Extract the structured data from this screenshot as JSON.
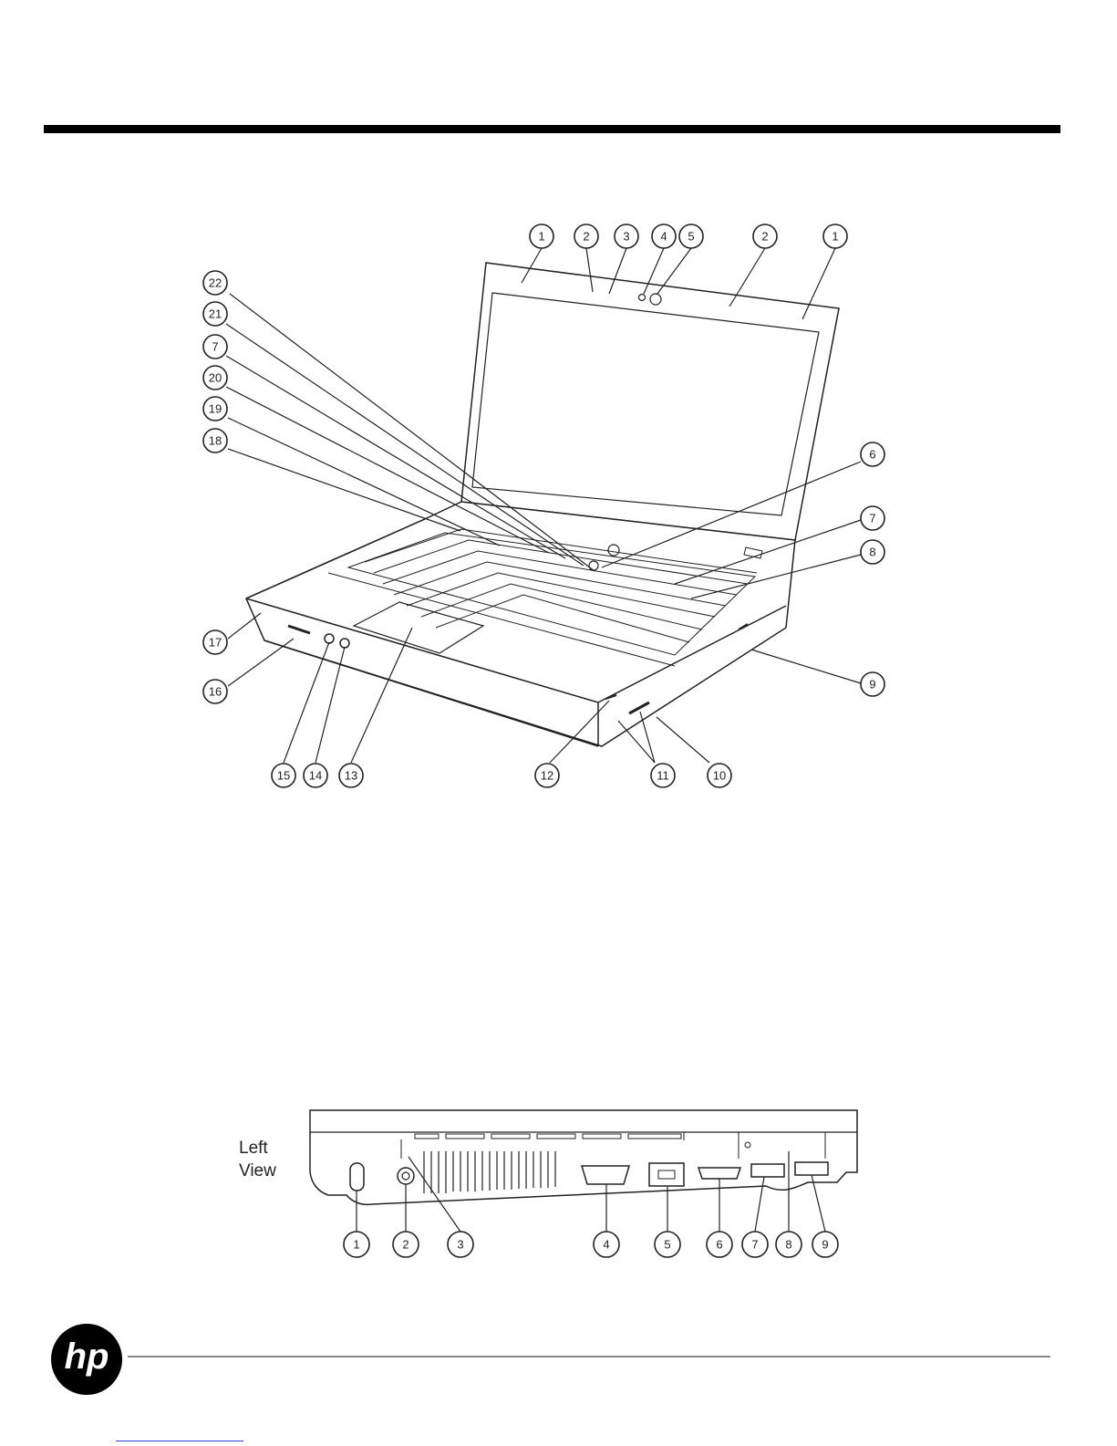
{
  "logo": {
    "name": "hp-logo",
    "text": "hp"
  },
  "side_view": {
    "label_line1": "Left",
    "label_line2": "View"
  },
  "front_callouts": [
    "1",
    "2",
    "3",
    "4",
    "5",
    "2",
    "1",
    "22",
    "21",
    "7",
    "20",
    "19",
    "18",
    "6",
    "7",
    "8",
    "9",
    "17",
    "16",
    "15",
    "14",
    "13",
    "12",
    "11",
    "10"
  ],
  "side_callouts": [
    "1",
    "2",
    "3",
    "4",
    "5",
    "6",
    "7",
    "8",
    "9"
  ],
  "colors": {
    "rule": "#000000",
    "footer_rule": "#8a8a8a",
    "link": "#3b3bd8",
    "line": "#222222"
  }
}
